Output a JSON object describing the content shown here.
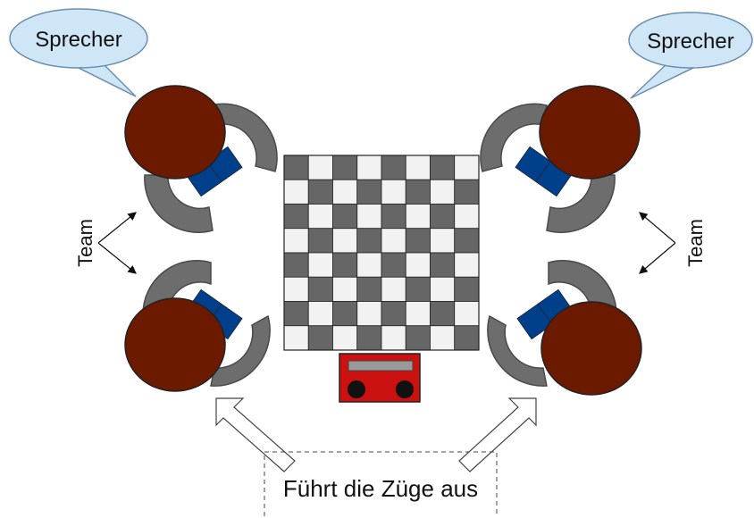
{
  "labels": {
    "speaker_left": "Sprecher",
    "speaker_right": "Sprecher",
    "team_left": "Team",
    "team_right": "Team",
    "executor": "Führt die Züge aus"
  },
  "colors": {
    "head": "#6b1a00",
    "arm": "#6d6d6d",
    "arm_stroke": "#4a4a4a",
    "book": "#003f8a",
    "board_dark": "#666666",
    "board_light": "#f2f2f2",
    "clock_body": "#cc1111",
    "clock_display": "#999999",
    "bubble_fill": "#cfe6f7",
    "bubble_stroke": "#6a8fb0"
  },
  "board": {
    "rows": 8,
    "cols": 8
  },
  "icons": {
    "chessboard": "chessboard-icon",
    "clock": "chess-clock-icon",
    "person": "person-top-view-icon"
  }
}
